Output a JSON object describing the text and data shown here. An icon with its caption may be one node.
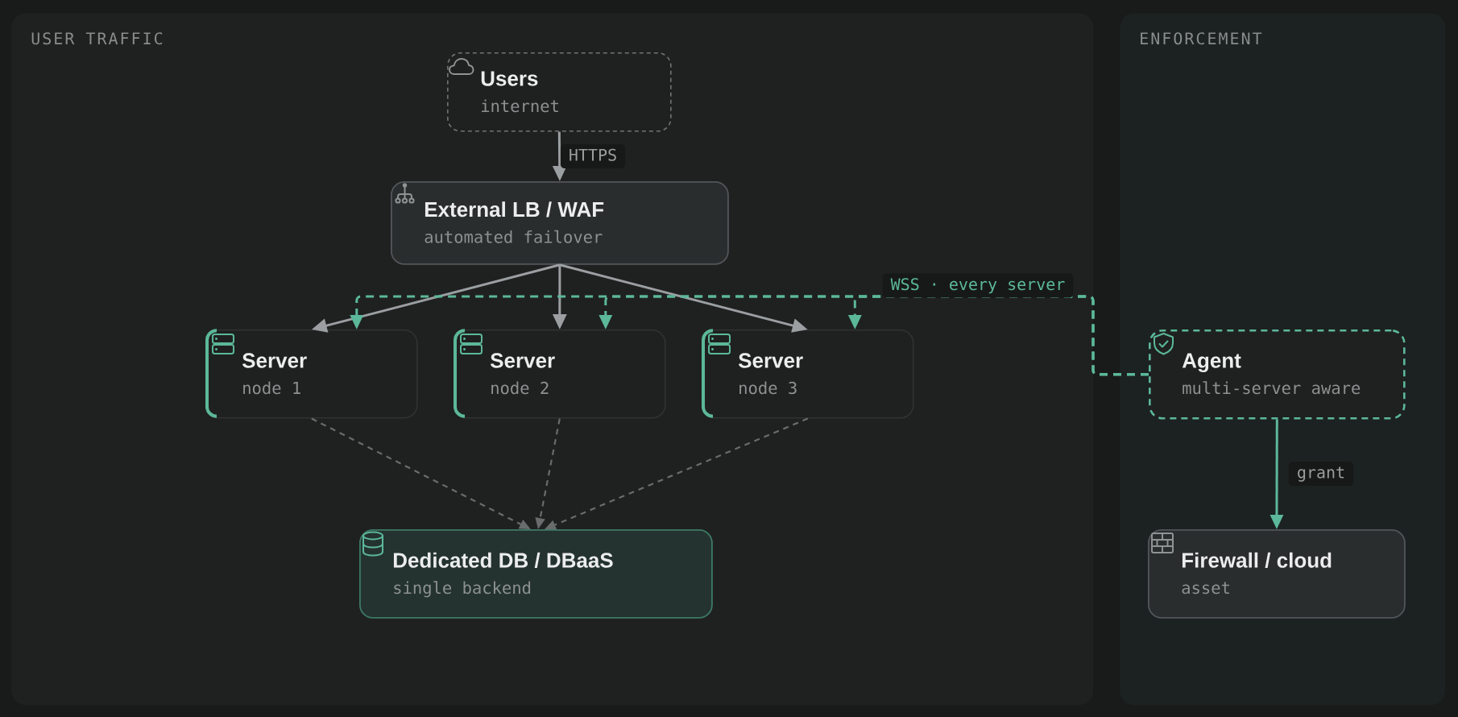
{
  "diagram": {
    "nodes": [
      {
        "text": [
          "USER TRAFFIC"
        ]
      },
      {
        "text": [
          "Users",
          "internet"
        ],
        "in": 0
      },
      {
        "text": [
          "External LB / WAF",
          "automated failover"
        ],
        "in": 0
      },
      {
        "text": [
          "Server",
          "node 1"
        ],
        "in": 0
      },
      {
        "text": [
          "Server",
          "node 2"
        ],
        "in": 0
      },
      {
        "text": [
          "Server",
          "node 3"
        ],
        "in": 0
      },
      {
        "text": [
          "Dedicated DB / DBaaS",
          "single backend"
        ],
        "in": 0
      },
      {
        "text": [
          "ENFORCEMENT"
        ]
      },
      {
        "text": [
          "Agent",
          "multi-server aware"
        ],
        "in": 7
      },
      {
        "text": [
          "Firewall / cloud",
          "asset"
        ],
        "in": 7
      }
    ],
    "edges": [
      {
        "from": 1,
        "to": 2,
        "arrow": "to",
        "label": "HTTPS"
      },
      {
        "from": 2,
        "to": 3,
        "arrow": "to"
      },
      {
        "from": 2,
        "to": 4,
        "arrow": "to"
      },
      {
        "from": 2,
        "to": 5,
        "arrow": "to"
      },
      {
        "from": 8,
        "to": 3,
        "arrow": "to",
        "label": "WSS · every server",
        "style": "dashed",
        "color": "#5cb89a"
      },
      {
        "from": 8,
        "to": 4,
        "arrow": "to",
        "style": "dashed",
        "color": "#5cb89a"
      },
      {
        "from": 8,
        "to": 5,
        "arrow": "to",
        "style": "dashed",
        "color": "#5cb89a"
      },
      {
        "from": 3,
        "to": 6,
        "arrow": "to",
        "style": "dashed",
        "color": "#686c6c"
      },
      {
        "from": 4,
        "to": 6,
        "arrow": "to",
        "style": "dashed",
        "color": "#686c6c"
      },
      {
        "from": 5,
        "to": 6,
        "arrow": "to",
        "style": "dashed",
        "color": "#686c6c"
      },
      {
        "from": 8,
        "to": 9,
        "arrow": "to",
        "label": "grant",
        "color": "#5cb89a"
      }
    ]
  }
}
